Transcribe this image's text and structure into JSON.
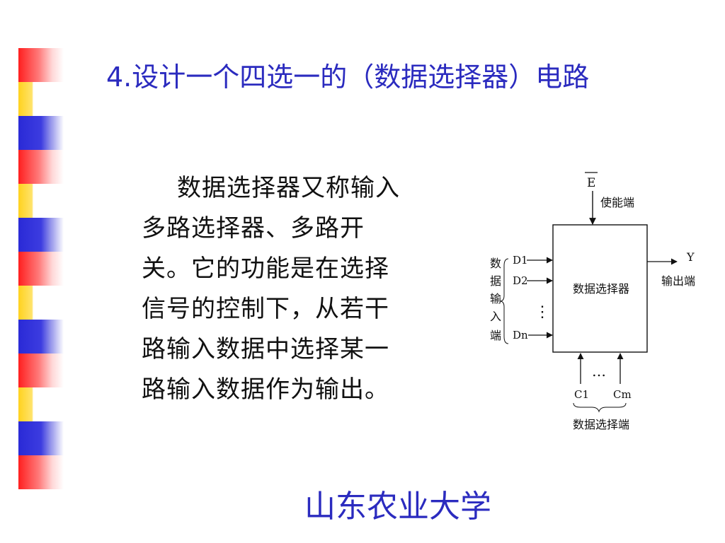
{
  "slide": {
    "title": "4.设计一个四选一的（数据选择器）电路",
    "body": "数据选择器又称输入多路选择器、多路开关。它的功能是在选择信号的控制下，从若干路输入数据中选择某一路输入数据作为输出。",
    "footer": "山东农业大学"
  },
  "diagram": {
    "enable_signal": "E",
    "enable_label": "使能端",
    "box_label": "数据选择器",
    "input_group_label": [
      "数",
      "据",
      "输",
      "入",
      "端"
    ],
    "inputs": [
      "D1",
      "D2",
      "Dn"
    ],
    "input_ellipsis": "⋮",
    "output_signal": "Y",
    "output_label": "输出端",
    "select_signals": [
      "C1",
      "Cm"
    ],
    "select_ellipsis": "…",
    "select_label": "数据选择端"
  },
  "colors": {
    "title": "#2b2bbf",
    "stripe_red": "#ff1f1f",
    "stripe_yellow": "#ffd21f",
    "stripe_blue": "#2a2ad6"
  }
}
